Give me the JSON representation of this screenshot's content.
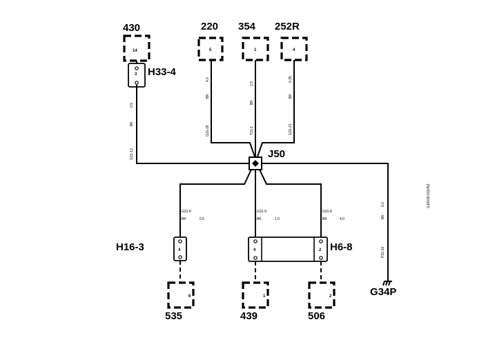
{
  "components": {
    "c430": {
      "id": "430",
      "pin": "14"
    },
    "c220": {
      "id": "220",
      "pin": "5"
    },
    "c354": {
      "id": "354",
      "pin": "1"
    },
    "c252r": {
      "id": "252R",
      "pin": "4"
    },
    "c535": {
      "id": "535",
      "pin": "6"
    },
    "c439": {
      "id": "439",
      "pin": "1"
    },
    "c506": {
      "id": "506",
      "pin": "2"
    }
  },
  "connectors": {
    "h33_4": {
      "label": "H33-4",
      "pin": "3"
    },
    "h16_3": {
      "label": "H16-3",
      "pin": "4"
    },
    "h6_8": {
      "label": "H6-8",
      "pin_left": "4",
      "pin_right": "2"
    }
  },
  "splice": {
    "label": "J50"
  },
  "ground": {
    "label": "G34P"
  },
  "wires": {
    "w430": {
      "circuit": "G31-13",
      "color": "BK",
      "size": "0.5"
    },
    "w220": {
      "circuit": "G31-26",
      "color": "BK",
      "size": "4.0"
    },
    "w354": {
      "circuit": "T31-1",
      "color": "BK",
      "size": "2.5"
    },
    "w252r": {
      "circuit": "G31-21",
      "color": "BK",
      "size": "0.35"
    },
    "w535": {
      "circuit": "G31-8",
      "color": "BK",
      "size": "0.5"
    },
    "w439": {
      "circuit": "G31-9",
      "color": "BK",
      "size": "1.0"
    },
    "w506": {
      "circuit": "G31-8",
      "color": "BK",
      "size": "4.0"
    },
    "wg34p": {
      "circuit": "P31-16",
      "color": "BK",
      "size": "6.0"
    }
  },
  "doc_code": "GJ0030-011052"
}
